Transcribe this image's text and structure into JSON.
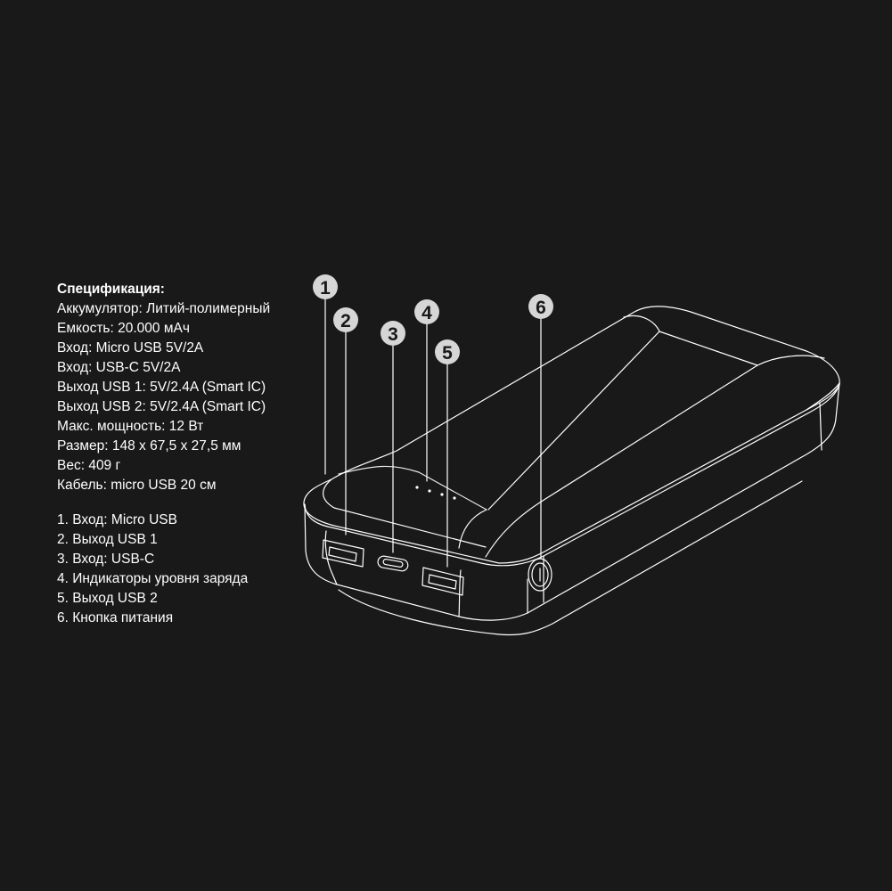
{
  "specs": {
    "title": "Спецификация:",
    "lines": [
      "Аккумулятор: Литий-полимерный",
      "Емкость: 20.000 мАч",
      "Вход: Micro USB 5V/2A",
      "Вход: USB-C 5V/2A",
      "Выход USB 1: 5V/2.4A (Smart IC)",
      "Выход USB 2: 5V/2.4A (Smart IC)",
      "Макс. мощность: 12 Вт",
      "Размер: 148 x 67,5 x 27,5 мм",
      "Вес: 409 г",
      "Кабель: micro USB 20 см"
    ]
  },
  "legend": [
    "1. Вход: Micro USB",
    "2. Выход USB 1",
    "3. Вход: USB-C",
    "4. Индикаторы уровня заряда",
    "5. Выход USB 2",
    "6. Кнопка питания"
  ],
  "callouts": [
    "1",
    "2",
    "3",
    "4",
    "5",
    "6"
  ],
  "colors": {
    "background": "#191919",
    "line": "#ffffff",
    "badge": "#d6d6d6"
  }
}
